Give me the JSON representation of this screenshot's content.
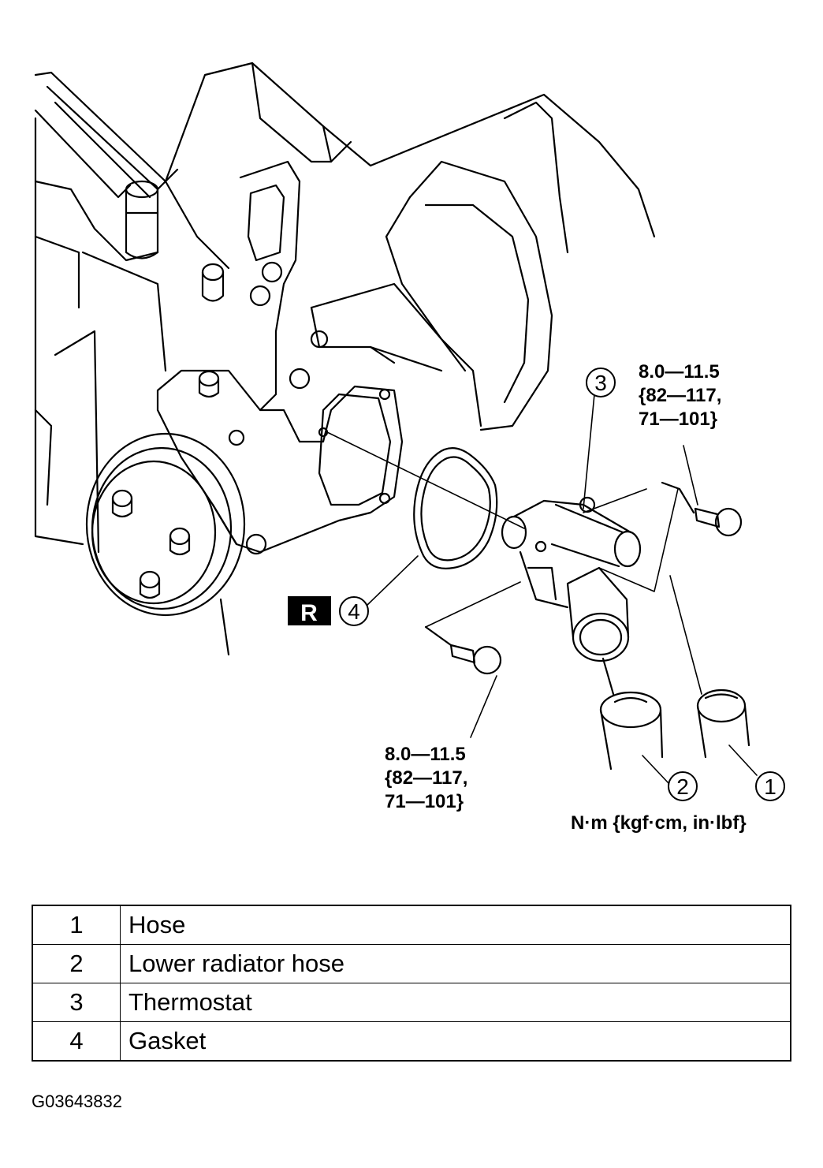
{
  "callouts": {
    "c1": "1",
    "c2": "2",
    "c3": "3",
    "c4": "4",
    "reuse_mark": "R"
  },
  "torque_upper": {
    "line1": "8.0—11.5",
    "line2": "{82—117,",
    "line3": "71—101}"
  },
  "torque_lower": {
    "line1": "8.0—11.5",
    "line2": "{82—117,",
    "line3": "71—101}"
  },
  "unit_label": "N·m {kgf·cm, in·lbf}",
  "parts": [
    {
      "num": "1",
      "name": "Hose"
    },
    {
      "num": "2",
      "name": "Lower radiator hose"
    },
    {
      "num": "3",
      "name": "Thermostat"
    },
    {
      "num": "4",
      "name": "Gasket"
    }
  ],
  "figure_id": "G03643832"
}
